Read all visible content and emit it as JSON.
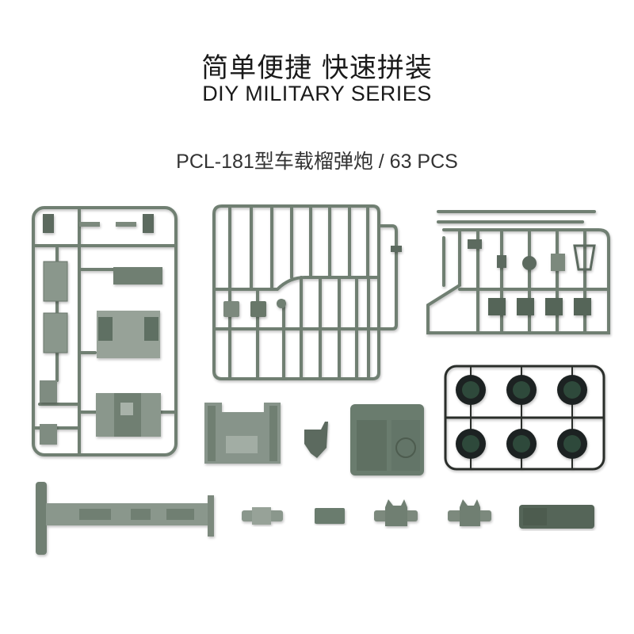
{
  "header": {
    "title_cn": "简单便捷 快速拼装",
    "title_en": "DIY MILITARY SERIES",
    "product_line": "PCL-181型车载榴弹炮 / 63 PCS"
  },
  "product": {
    "model": "PCL-181型车载榴弹炮",
    "piece_count": "63 PCS"
  },
  "colors": {
    "background": "#ffffff",
    "sprue_green": "#6f7f72",
    "part_light": "#8a978c",
    "part_dark": "#556559",
    "wheel_sprue": "#2a2e2c",
    "hub_green": "#2f4a3a",
    "text": "#1a1a1a"
  },
  "parts": {
    "sprue_a": "left sprue: ammo racks, deck plates",
    "sprue_b": "center sprue: rails and handles",
    "sprue_c": "right sprue: small fittings and boxes",
    "wheel_sprue": "6 wheels with green hubs",
    "loose_parts": [
      "cab floor",
      "seat",
      "cabin body",
      "chassis frame",
      "axle 1",
      "block",
      "axle 2",
      "axle 3",
      "gun barrel base"
    ]
  }
}
